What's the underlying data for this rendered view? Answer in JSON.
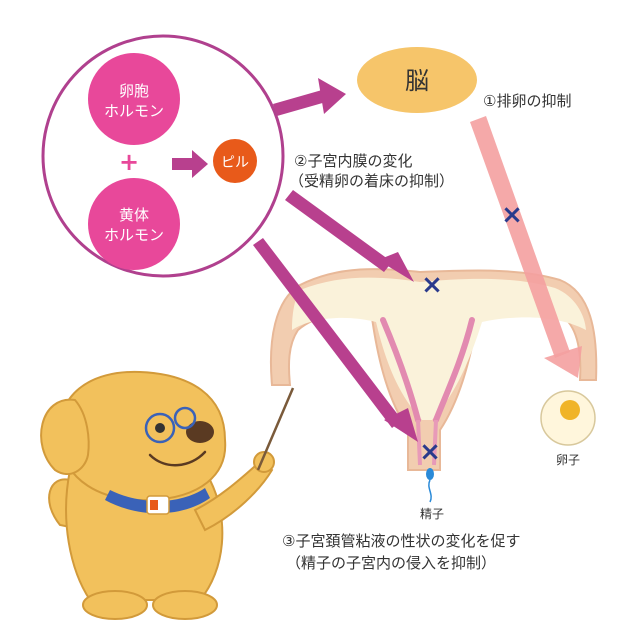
{
  "hormones": {
    "estrogen_line1": "卵胞",
    "estrogen_line2": "ホルモン",
    "plus": "+",
    "progesterone_line1": "黄体",
    "progesterone_line2": "ホルモン"
  },
  "pill_label": "ピル",
  "brain_label": "脳",
  "effects": {
    "ovulation": "①排卵の抑制",
    "endometrium_line1": "②子宮内膜の変化",
    "endometrium_line2": "（受精卵の着床の抑制）",
    "mucus_line1": "③子宮頚管粘液の性状の変化を促す",
    "mucus_line2": "（精子の子宮内の侵入を抑制）"
  },
  "egg_label": "卵子",
  "sperm_label": "精子",
  "block_mark": "×",
  "colors": {
    "hormone_pink": "#e8489a",
    "circle_outline": "#b0408e",
    "arrow_magenta": "#b8408e",
    "arrow_salmon": "#f08c8c",
    "pill_orange": "#e85a1a",
    "brain_tan": "#f6c56a",
    "cross_navy": "#2a3a8c",
    "uterus_cream": "#faf2da",
    "uterus_outline": "#f0c8a8",
    "dog_fur": "#f2c15c"
  }
}
